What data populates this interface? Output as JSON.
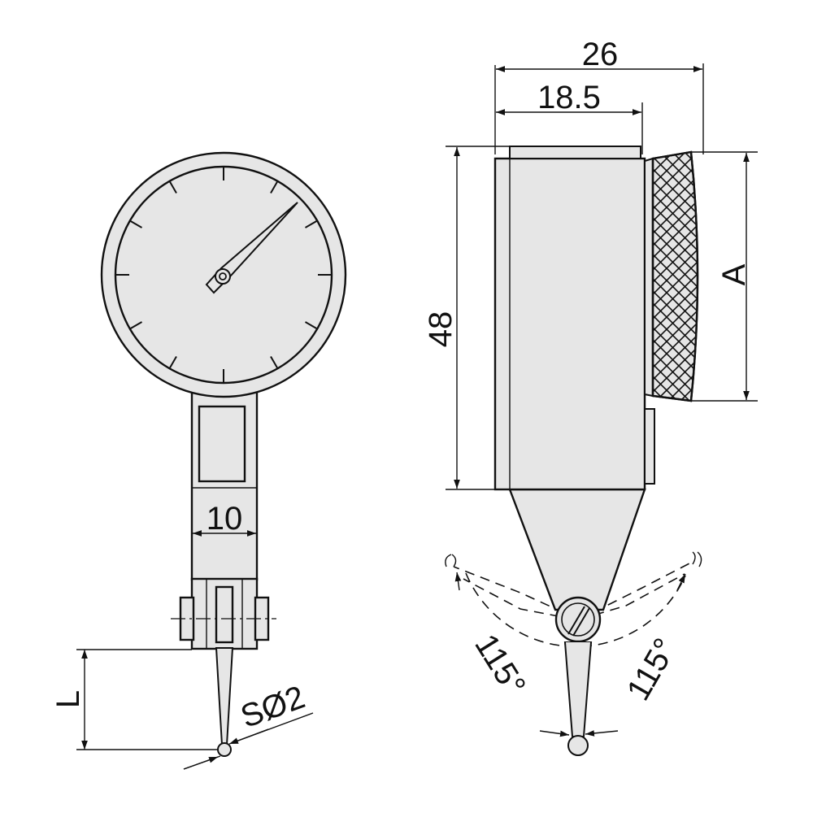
{
  "dimensions": {
    "body_width": "26",
    "dial_offset": "18.5",
    "body_height": "48",
    "knob_size": "A",
    "stem_width": "10",
    "contact_length": "L",
    "ball_diameter": "SØ2",
    "swing_left": "115°",
    "swing_right": "115°"
  },
  "colors": {
    "part_fill": "#e6e6e6",
    "line": "#111111",
    "background": "#ffffff"
  }
}
